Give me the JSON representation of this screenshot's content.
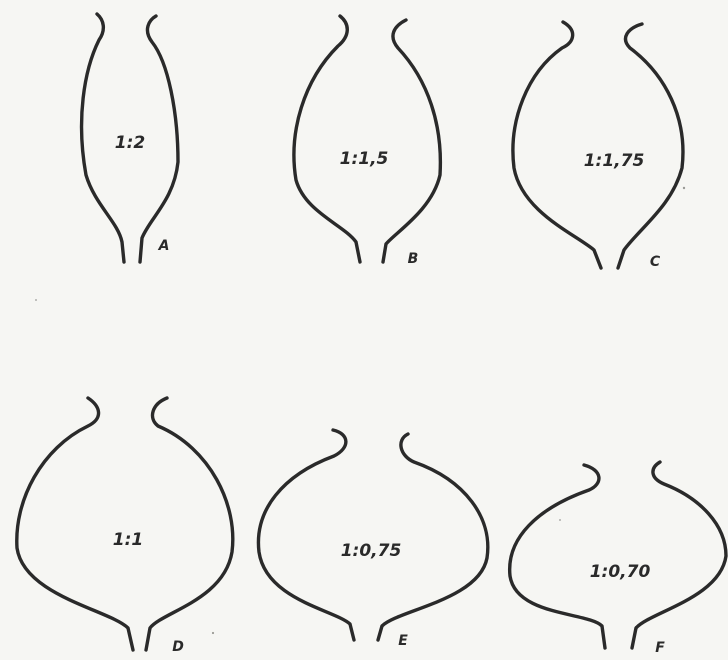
{
  "vessels": [
    {
      "id": "A",
      "label": "A",
      "ratio": "1:2"
    },
    {
      "id": "B",
      "label": "B",
      "ratio": "1:1,5"
    },
    {
      "id": "C",
      "label": "C",
      "ratio": "1:1,75"
    },
    {
      "id": "D",
      "label": "D",
      "ratio": "1:1"
    },
    {
      "id": "E",
      "label": "E",
      "ratio": "1:0,75"
    },
    {
      "id": "F",
      "label": "F",
      "ratio": "1:0,70"
    }
  ]
}
